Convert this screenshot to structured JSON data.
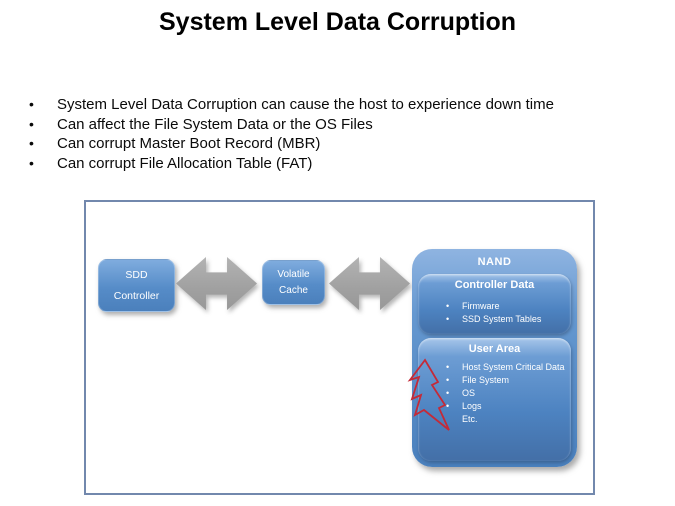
{
  "title": "System Level Data Corruption",
  "bullets": [
    "System Level Data Corruption can cause the host to experience down time",
    "Can affect the File System Data or the OS Files",
    "Can corrupt Master Boot Record (MBR)",
    "Can corrupt File Allocation Table (FAT)"
  ],
  "diagram": {
    "sdd_controller": {
      "line1": "SDD",
      "line2": "Controller"
    },
    "volatile_cache": {
      "line1": "Volatile",
      "line2": "Cache"
    },
    "nand": {
      "title": "NAND",
      "controller_data": {
        "title": "Controller Data",
        "items": [
          "Firmware",
          "SSD System Tables"
        ]
      },
      "user_area": {
        "title": "User Area",
        "items": [
          {
            "text": "Host System Critical Data",
            "bullet": true
          },
          {
            "text": "File System",
            "bullet": true
          },
          {
            "text": "OS",
            "bullet": true
          },
          {
            "text": "Logs",
            "bullet": true
          },
          {
            "text": "Etc.",
            "bullet": false
          }
        ]
      }
    }
  },
  "colors": {
    "frame_border": "#7288ad",
    "box_blue": "#4e86c4",
    "box_blue_light": "#8fb4e1",
    "arrow_gray": "#a6a6a6",
    "bolt_red": "#c42a38",
    "text_white": "#ffffff",
    "text_black": "#000000"
  }
}
